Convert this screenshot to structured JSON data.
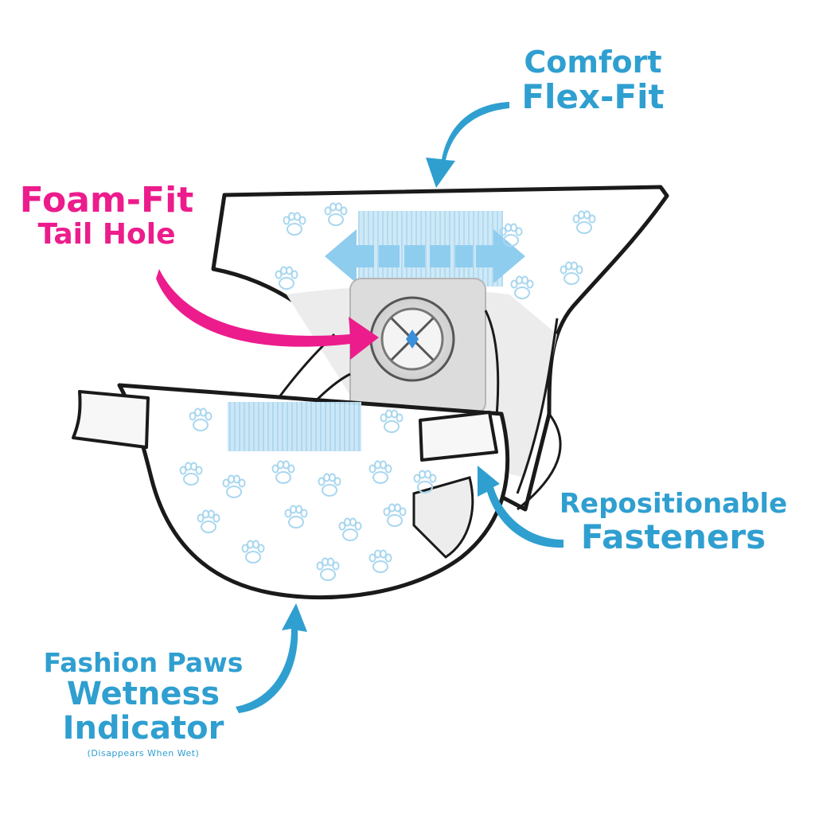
{
  "labels": {
    "comfort": {
      "line1": "Comfort",
      "line2": "Flex-Fit"
    },
    "foam": {
      "line1": "Foam-Fit",
      "line2": "Tail Hole"
    },
    "fasteners": {
      "line1": "Repositionable",
      "line2": "Fasteners"
    },
    "paws": {
      "line1": "Fashion Paws",
      "line2": "Wetness",
      "line3": "Indicator",
      "line4": "(Disappears When Wet)"
    }
  },
  "colors": {
    "label_blue": "#2f9fd0",
    "label_pink": "#ec1c8c",
    "outline": "#1a1a1a",
    "paw_print": "#a9d7ef",
    "elastic_band": "#b9def3",
    "tail_hole_mark": "#3a8fd8"
  }
}
